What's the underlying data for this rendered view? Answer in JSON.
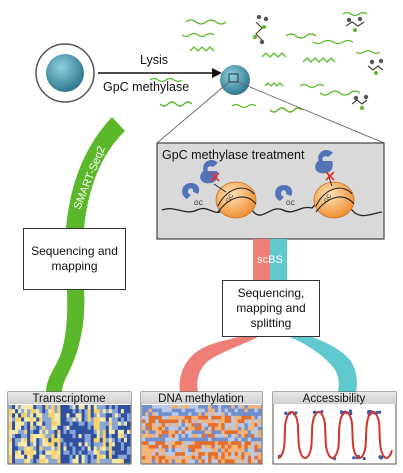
{
  "top": {
    "lysis_label": "Lysis",
    "enzyme_label": "GpC methylase"
  },
  "treatment_panel": {
    "title": "GpC methylase treatment",
    "gc_mark": "GC"
  },
  "branches": {
    "smart_seq_label": "SMART-Seq2",
    "scbs_label": "scBS"
  },
  "boxes": {
    "seq_mapping": "Sequencing and mapping",
    "seq_mapping_splitting": "Sequencing, mapping and splitting"
  },
  "outputs": {
    "transcriptome": "Transcriptome",
    "dna_methylation": "DNA methylation",
    "accessibility": "Accessibility"
  },
  "colors": {
    "green": "#5cb82b",
    "salmon": "#ef7f76",
    "teal": "#5fc9cf",
    "cell_blue": "#4f97ad",
    "nucleosome_orange": "#f3a24f",
    "enzyme_blue": "#5373b8",
    "mark_red": "#e8312c",
    "panel_gray": "#d9d9d9"
  }
}
